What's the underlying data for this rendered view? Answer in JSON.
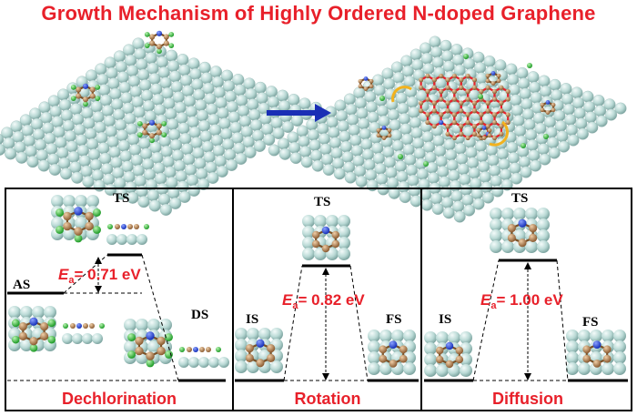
{
  "title": "Growth Mechanism of Highly Ordered N-doped Graphene",
  "panels": [
    {
      "label": "Dechlorination",
      "states": {
        "initial": "AS",
        "ts": "TS",
        "final": "DS"
      },
      "ea_symbol": "E",
      "ea_sub": "a",
      "ea_value": "= 0.71 eV"
    },
    {
      "label": "Rotation",
      "states": {
        "initial": "IS",
        "ts": "TS",
        "final": "FS"
      },
      "ea_symbol": "E",
      "ea_sub": "a",
      "ea_value": "= 0.82 eV"
    },
    {
      "label": "Diffusion",
      "states": {
        "initial": "IS",
        "ts": "TS",
        "final": "FS"
      },
      "ea_symbol": "E",
      "ea_sub": "a",
      "ea_value": "= 1.00 eV"
    }
  ],
  "colors": {
    "title": "#e8202a",
    "surface": "#b5d7d3",
    "carbon": "#b07a4a",
    "nitrogen": "#1f3fd8",
    "chlorine": "#35c23a",
    "arrow": "#1a2fb5",
    "graphene_bond": "#e8202a"
  }
}
